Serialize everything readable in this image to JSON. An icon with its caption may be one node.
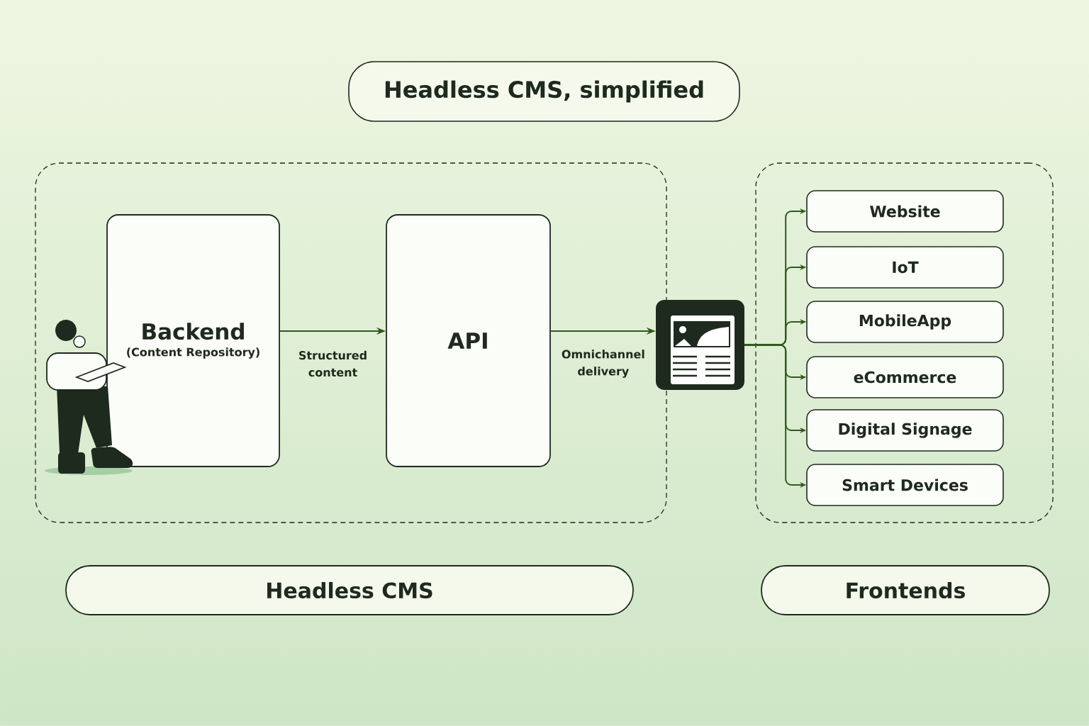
{
  "diagram": {
    "title": "Headless CMS, simplified",
    "nodes": [
      {
        "text": [],
        "shape": "box"
      },
      {
        "text": [
          "Backend",
          "(Content Repository)"
        ],
        "in": 0
      },
      {
        "text": [
          "API"
        ],
        "in": 0
      },
      {
        "text": [],
        "shape": "picture"
      },
      {
        "text": [],
        "shape": "box"
      },
      {
        "text": [
          "Website"
        ],
        "in": 4
      },
      {
        "text": [
          "IoT"
        ],
        "in": 4
      },
      {
        "text": [
          "MobileApp"
        ],
        "in": 4
      },
      {
        "text": [
          "eCommerce"
        ],
        "in": 4
      },
      {
        "text": [
          "Digital Signage"
        ],
        "in": 4
      },
      {
        "text": [
          "Smart Devices"
        ],
        "in": 4
      },
      {
        "text": [
          "Headless CMS"
        ]
      },
      {
        "text": [
          "Frontends"
        ]
      }
    ],
    "edges": [
      {
        "from": 1,
        "to": 2,
        "arrow": "to",
        "label": "Structured content"
      },
      {
        "from": 2,
        "to": 3,
        "arrow": "to",
        "label": "Omnichannel delivery"
      },
      {
        "from": 3,
        "to": 5,
        "arrow": "to"
      },
      {
        "from": 3,
        "to": 6,
        "arrow": "to"
      },
      {
        "from": 3,
        "to": 7,
        "arrow": "to"
      },
      {
        "from": 3,
        "to": 8,
        "arrow": "to"
      },
      {
        "from": 3,
        "to": 9,
        "arrow": "to"
      },
      {
        "from": 3,
        "to": 10,
        "arrow": "to"
      }
    ]
  }
}
